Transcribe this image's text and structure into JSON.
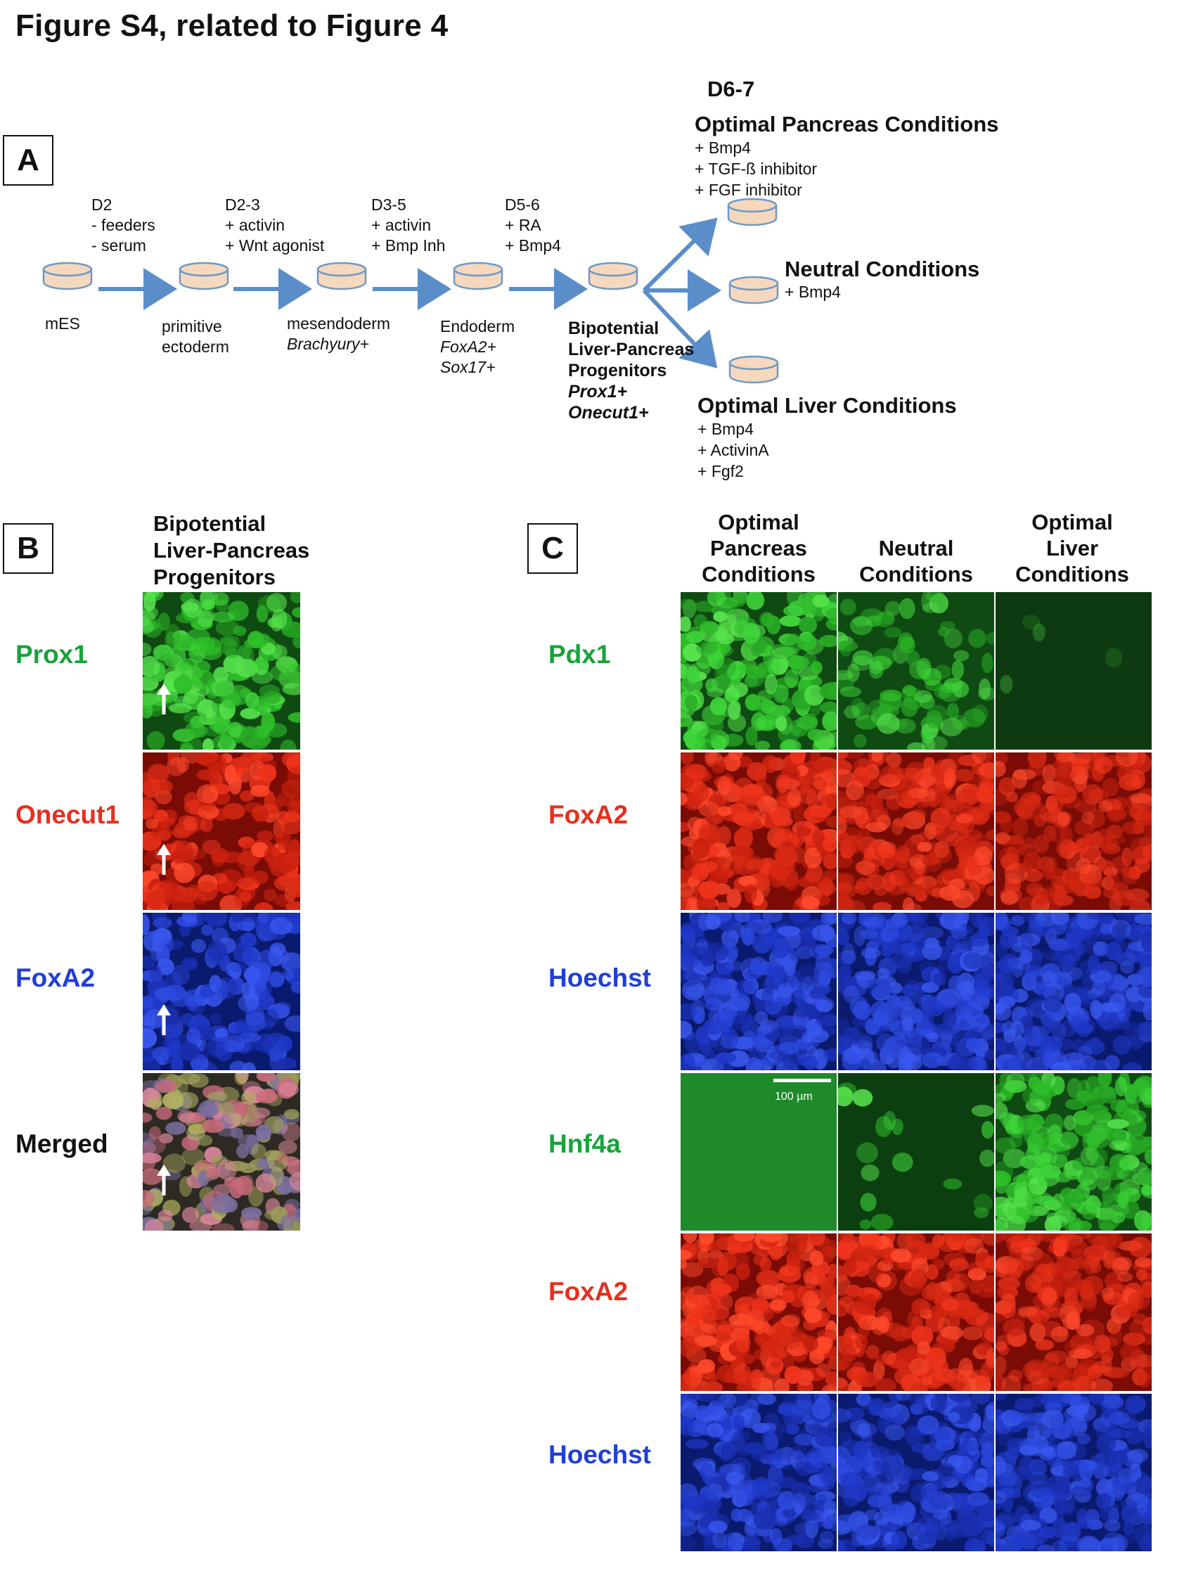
{
  "figure": {
    "title": "Figure S4, related to Figure 4",
    "colors": {
      "arrow": "#5b8ec8",
      "dish_fill": "#f6d8be",
      "dish_stroke": "#6d9ac8",
      "label_green": "#18a33b",
      "label_red": "#e5301f",
      "label_blue": "#1f3fd6"
    }
  },
  "panel_a": {
    "letter": "A",
    "stage_conditions": [
      {
        "day": "D2",
        "lines": "- feeders\n- serum"
      },
      {
        "day": "D2-3",
        "lines": "+ activin\n+ Wnt agonist"
      },
      {
        "day": "D3-5",
        "lines": "+ activin\n+ Bmp Inh"
      },
      {
        "day": "D5-6",
        "lines": "+ RA\n+ Bmp4"
      }
    ],
    "cell_types": [
      {
        "name": "mES",
        "markers": ""
      },
      {
        "name": "primitive\nectoderm",
        "markers": ""
      },
      {
        "name": "mesendoderm",
        "markers": "Brachyury+"
      },
      {
        "name": "Endoderm",
        "markers": "FoxA2+\nSox17+"
      },
      {
        "name": "Bipotential\nLiver-Pancreas\nProgenitors",
        "markers": "Prox1+\nOnecut1+"
      }
    ],
    "final_day": "D6-7",
    "branches": [
      {
        "name": "Optimal Pancreas Conditions",
        "items": "+ Bmp4\n+ TGF-ß inhibitor\n+ FGF inhibitor"
      },
      {
        "name": "Neutral Conditions",
        "items": "+ Bmp4"
      },
      {
        "name": "Optimal Liver Conditions",
        "items": "+ Bmp4\n+ ActivinA\n+ Fgf2"
      }
    ]
  },
  "panel_b": {
    "letter": "B",
    "column_header": "Bipotential\nLiver-Pancreas\nProgenitors",
    "rows": [
      {
        "label": "Prox1",
        "color": "#18a33b",
        "channel": "green"
      },
      {
        "label": "Onecut1",
        "color": "#e5301f",
        "channel": "red"
      },
      {
        "label": "FoxA2",
        "color": "#1f3fd6",
        "channel": "blue"
      },
      {
        "label": "Merged",
        "color": "#111111",
        "channel": "merged"
      }
    ]
  },
  "panel_c": {
    "letter": "C",
    "column_headers": [
      "Optimal\nPancreas\nConditions",
      "Neutral\nConditions",
      "Optimal\nLiver\nConditions"
    ],
    "rows": [
      {
        "label": "Pdx1",
        "color": "#18a33b",
        "channel": "green"
      },
      {
        "label": "FoxA2",
        "color": "#e5301f",
        "channel": "red"
      },
      {
        "label": "Hoechst",
        "color": "#1f3fd6",
        "channel": "blue"
      },
      {
        "label": "Hnf4a",
        "color": "#18a33b",
        "channel": "green"
      },
      {
        "label": "FoxA2",
        "color": "#e5301f",
        "channel": "red"
      },
      {
        "label": "Hoechst",
        "color": "#1f3fd6",
        "channel": "blue"
      }
    ],
    "scale_bar_label": "100 µm"
  }
}
